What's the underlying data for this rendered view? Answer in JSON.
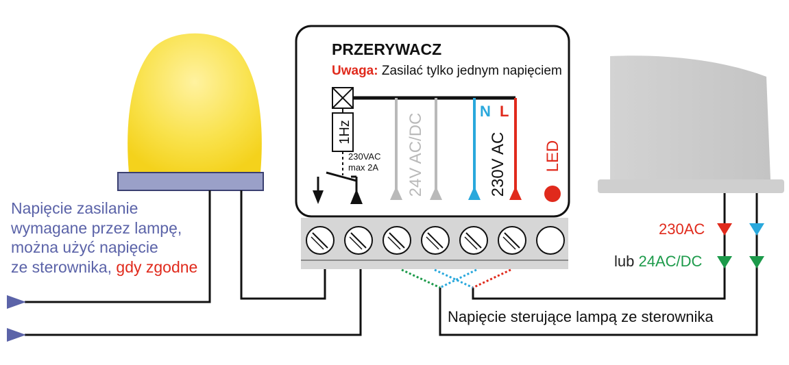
{
  "module": {
    "title": "PRZERYWACZ",
    "warning_label": "Uwaga:",
    "warning_text": "Zasilać tylko jednym napięciem",
    "relay_label": "1Hz",
    "contact_rating_1": "230VAC",
    "contact_rating_2": "max 2A",
    "input_24v_label": "24V AC/DC",
    "input_230v_label": "230V AC",
    "neutral_label": "N",
    "live_label": "L",
    "led_label": "LED"
  },
  "lamp_note": {
    "line1": "Napięcie zasilanie",
    "line2": "wymagane przez lampę,",
    "line3": "można użyć napięcie",
    "line4_prefix": "ze sterownika,",
    "line4_highlight": "gdy zgodne"
  },
  "controller": {
    "voltage_230": "230AC",
    "alt_prefix": "lub",
    "voltage_24": "24AC/DC"
  },
  "control_caption": "Napięcie  sterujące lampą ze sterownika",
  "colors": {
    "lamp_yellow": "#f8e04a",
    "lamp_base": "#9aa0c8",
    "note_blue": "#5b63a8",
    "red": "#e02a1c",
    "neutral_blue": "#29a8dc",
    "green": "#1c9a4a",
    "grey": "#b9b9b9"
  }
}
